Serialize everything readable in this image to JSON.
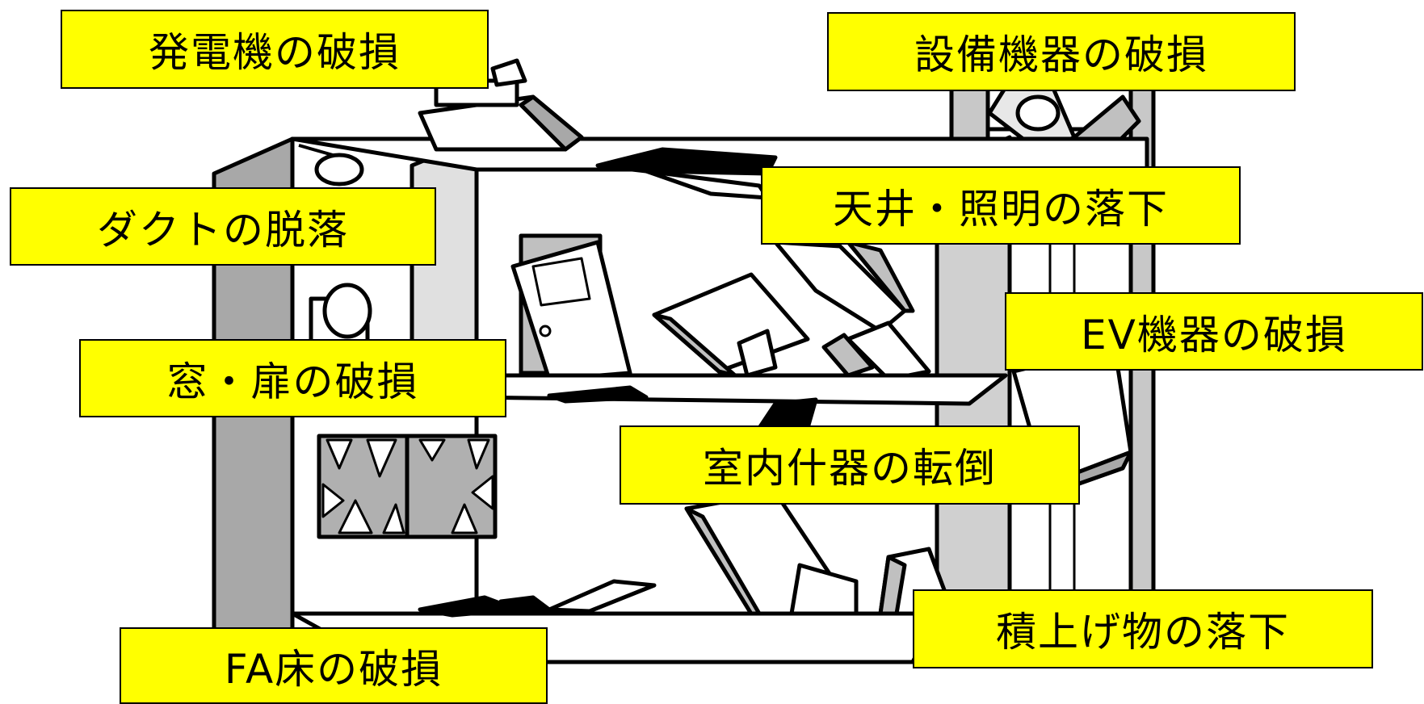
{
  "labels": {
    "generator": "発電機の破損",
    "equipment": "設備機器の破損",
    "duct": "ダクトの脱落",
    "ceiling": "天井・照明の落下",
    "ev": "EV機器の破損",
    "window_door": "窓・扉の破損",
    "furniture": "室内什器の転倒",
    "stacked": "積上げ物の落下",
    "floor": "FA床の破損"
  },
  "colors": {
    "label_bg": "#ffff00",
    "outline": "#000000",
    "fill_light": "#e0e0e0",
    "fill_mid": "#c0c0c0",
    "fill_dark": "#a8a8a8",
    "white": "#ffffff"
  }
}
